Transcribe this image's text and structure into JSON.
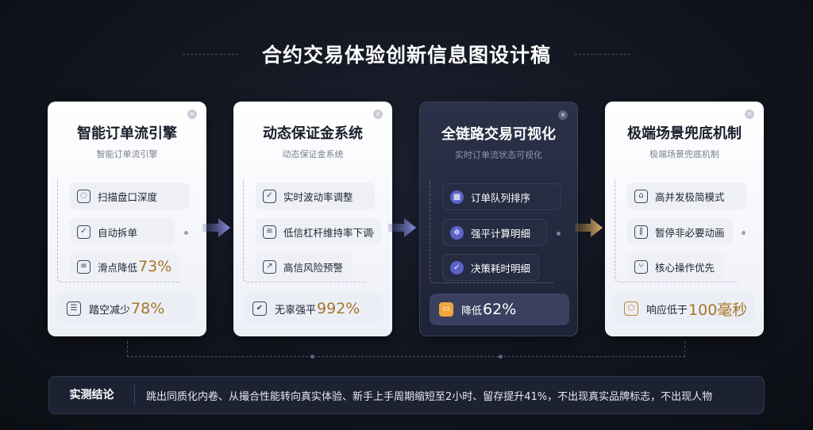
{
  "title": "合约交易体验创新信息图设计稿",
  "cards": [
    {
      "title": "智能订单流引擎",
      "subtitle": "智能订单流引擎",
      "items": [
        {
          "text": "扫描盘口深度",
          "value": "",
          "icon": "spinner-icon"
        },
        {
          "text": "自动拆单",
          "value": "",
          "icon": "calendar-check-icon"
        },
        {
          "text": "滑点降低",
          "value": "73%",
          "icon": "clipboard-icon"
        }
      ],
      "highlight": {
        "text": "踏空减少",
        "value": "78%",
        "icon": "list-icon"
      }
    },
    {
      "title": "动态保证金系统",
      "subtitle": "动态保证金系统",
      "items": [
        {
          "text": "实时波动率调整",
          "value": "",
          "icon": "check-circle-icon"
        },
        {
          "text": "低信杠杆维持率下调",
          "value": "",
          "icon": "layers-icon"
        },
        {
          "text": "高信风险预警",
          "value": "",
          "icon": "trend-chart-icon"
        }
      ],
      "highlight": {
        "text": "无辜强平",
        "value": "992%",
        "icon": "checklist-icon"
      }
    },
    {
      "title": "全链路交易可视化",
      "subtitle": "实时订单流状态可视化",
      "items": [
        {
          "text": "订单队列排序",
          "value": "",
          "icon": "grid-icon"
        },
        {
          "text": "强平计算明细",
          "value": "",
          "icon": "gear-icon"
        },
        {
          "text": "决策耗时明细",
          "value": "",
          "icon": "shield-icon"
        }
      ],
      "highlight": {
        "text": "降低",
        "value": "62%",
        "icon": "monitor-icon"
      }
    },
    {
      "title": "极端场景兜底机制",
      "subtitle": "极端场景兜底机制",
      "items": [
        {
          "text": "高并发极简模式",
          "value": "",
          "icon": "home-icon"
        },
        {
          "text": "暂停非必要动画",
          "value": "",
          "icon": "pause-icon"
        },
        {
          "text": "核心操作优先",
          "value": "",
          "icon": "branch-icon"
        }
      ],
      "highlight": {
        "text": "响应低于",
        "value": "100毫秒",
        "icon": "hexagon-icon"
      }
    }
  ],
  "conclusion": {
    "label": "实测结论",
    "text": "跳出同质化内卷、从撮合性能转向真实体验、新手上手周期缩短至2小时、留存提升41%，不出现真实品牌标志，不出现人物"
  },
  "colors": {
    "background": "#12151e",
    "accent_gold": "#a67426",
    "arrow_purple": "#8c91e6",
    "arrow_gold": "#e0b470",
    "dark_card": "#262c42"
  }
}
